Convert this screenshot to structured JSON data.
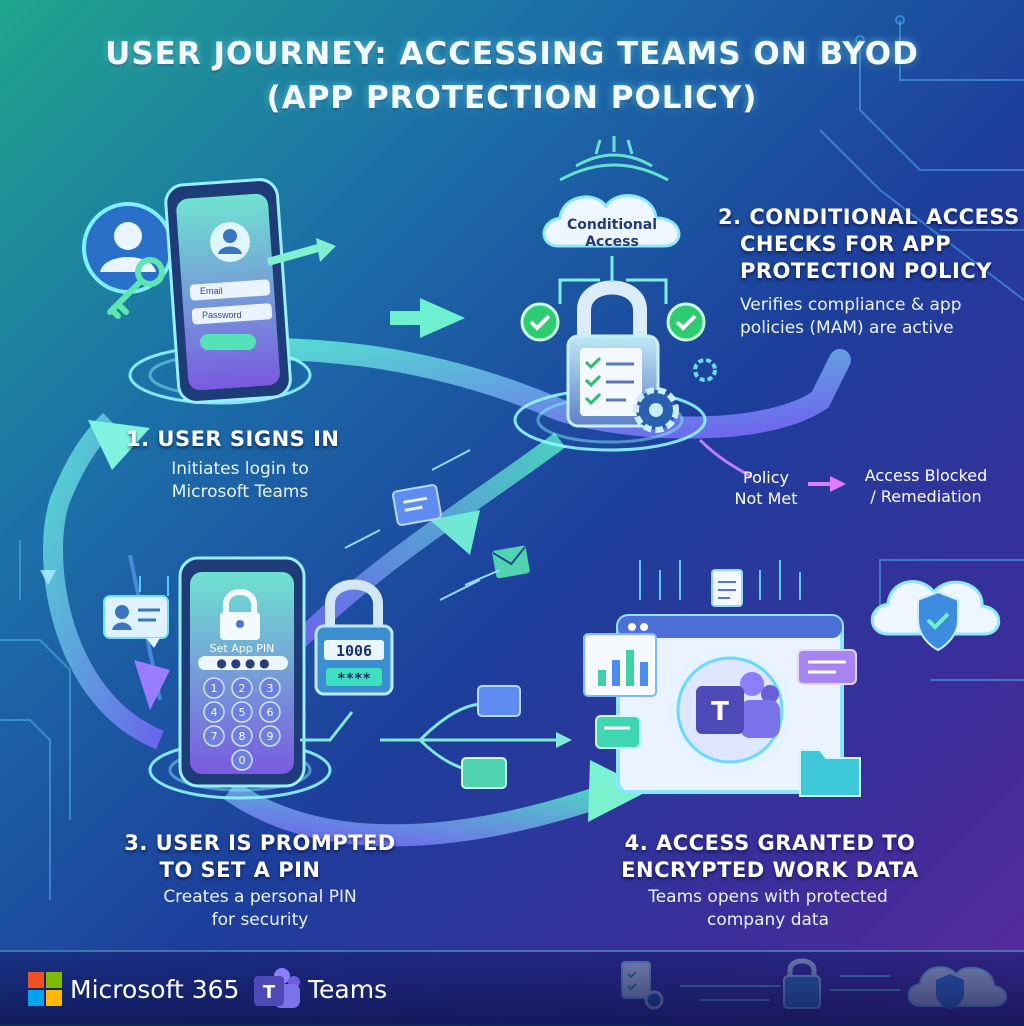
{
  "title": {
    "line1": "USER JOURNEY: ACCESSING TEAMS ON BYOD",
    "line2": "(APP PROTECTION POLICY)"
  },
  "steps": [
    {
      "heading": [
        "1. USER SIGNS IN"
      ],
      "description": [
        "Initiates login to",
        "Microsoft Teams"
      ]
    },
    {
      "heading": [
        "2. CONDITIONAL ACCESS",
        "CHECKS FOR APP",
        "PROTECTION POLICY"
      ],
      "description": [
        "Verifies compliance & app",
        "policies (MAM) are active"
      ]
    },
    {
      "heading": [
        "3. USER IS PROMPTED",
        "TO SET A PIN"
      ],
      "description": [
        "Creates a personal PIN",
        "for security"
      ]
    },
    {
      "heading": [
        "4. ACCESS GRANTED TO",
        "ENCRYPTED WORK DATA"
      ],
      "description": [
        "Teams opens with protected",
        "company data"
      ]
    }
  ],
  "cloud_label": [
    "Conditional",
    "Access"
  ],
  "policy_branch": {
    "condition": [
      "Policy",
      "Not Met"
    ],
    "outcome": [
      "Access Blocked",
      "/ Remediation"
    ]
  },
  "login_screen": {
    "email_placeholder": "Email",
    "password_placeholder": "Password"
  },
  "pin_screen": {
    "title": "Set App PIN",
    "keys": [
      "1",
      "2",
      "3",
      "4",
      "5",
      "6",
      "7",
      "8",
      "9",
      "0"
    ]
  },
  "pin_padlock": {
    "code": "1006",
    "mask": "****"
  },
  "teams_tile_letter": "T",
  "footer": {
    "brand": "Microsoft 365",
    "app": "Teams"
  },
  "colors": {
    "accent_teal": "#3de3c8",
    "accent_violet": "#8f6dff",
    "check_green": "#2ecc71",
    "ms_red": "#f25022",
    "ms_green": "#7fba00",
    "ms_blue": "#00a4ef",
    "ms_yellow": "#ffb900"
  },
  "icons": [
    "user-key-icon",
    "cloud-icon",
    "padlock-icon",
    "checklist-icon",
    "gear-icon",
    "check-icon",
    "pin-keypad-icon",
    "teams-icon",
    "shield-check-icon",
    "folder-icon",
    "chart-icon",
    "chat-icon",
    "envelope-icon",
    "document-icon"
  ]
}
